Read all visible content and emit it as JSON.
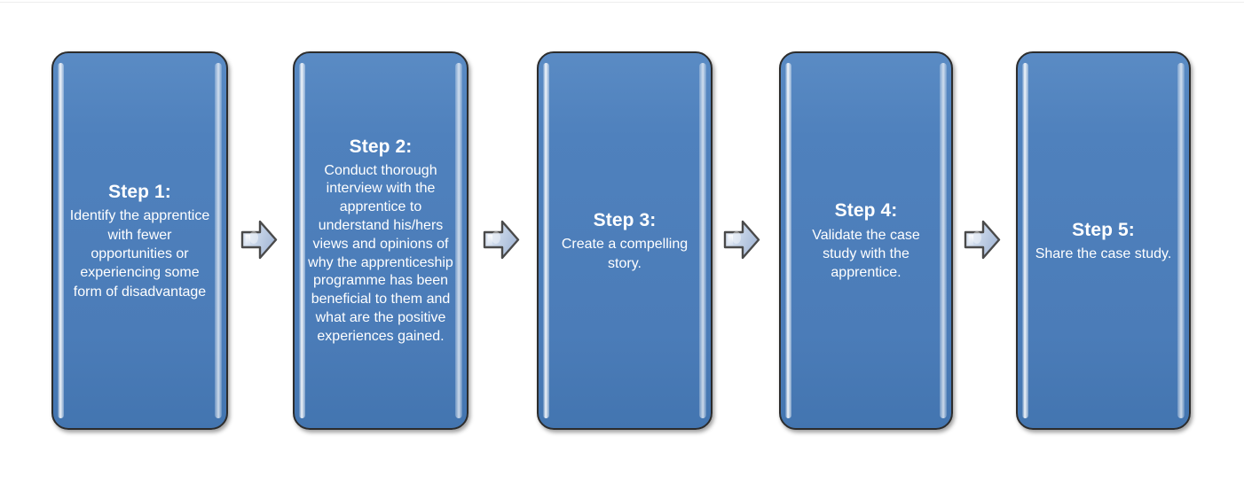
{
  "diagram": {
    "type": "process-flow",
    "orientation": "horizontal",
    "background_color": "#FFFFFF",
    "step_count": 5,
    "connector_count": 4,
    "colors": {
      "box_fill": "#4F81BD",
      "box_outline": "#2C2C2C",
      "box_text": "#FFFFFF",
      "arrow_fill": "#C6D3E8",
      "arrow_outline": "#4A4A4A"
    },
    "steps": [
      {
        "id": "step-1",
        "title": "Step 1:",
        "body": "Identify the apprentice with fewer opportunities or experiencing some form of disadvantage"
      },
      {
        "id": "step-2",
        "title": "Step 2:",
        "body": "Conduct thorough interview with the apprentice to understand his/hers views and opinions of why the apprenticeship programme has been beneficial to them and what are the positive experiences gained."
      },
      {
        "id": "step-3",
        "title": "Step 3:",
        "body": "Create a compelling story."
      },
      {
        "id": "step-4",
        "title": "Step 4:",
        "body": "Validate the case study with the apprentice."
      },
      {
        "id": "step-5",
        "title": "Step 5:",
        "body": "Share the case study."
      }
    ],
    "connectors": [
      {
        "id": "connector-1",
        "icon": "right-arrow-icon",
        "from": "step-1",
        "to": "step-2"
      },
      {
        "id": "connector-2",
        "icon": "right-arrow-icon",
        "from": "step-2",
        "to": "step-3"
      },
      {
        "id": "connector-3",
        "icon": "right-arrow-icon",
        "from": "step-3",
        "to": "step-4"
      },
      {
        "id": "connector-4",
        "icon": "right-arrow-icon",
        "from": "step-4",
        "to": "step-5"
      }
    ]
  }
}
